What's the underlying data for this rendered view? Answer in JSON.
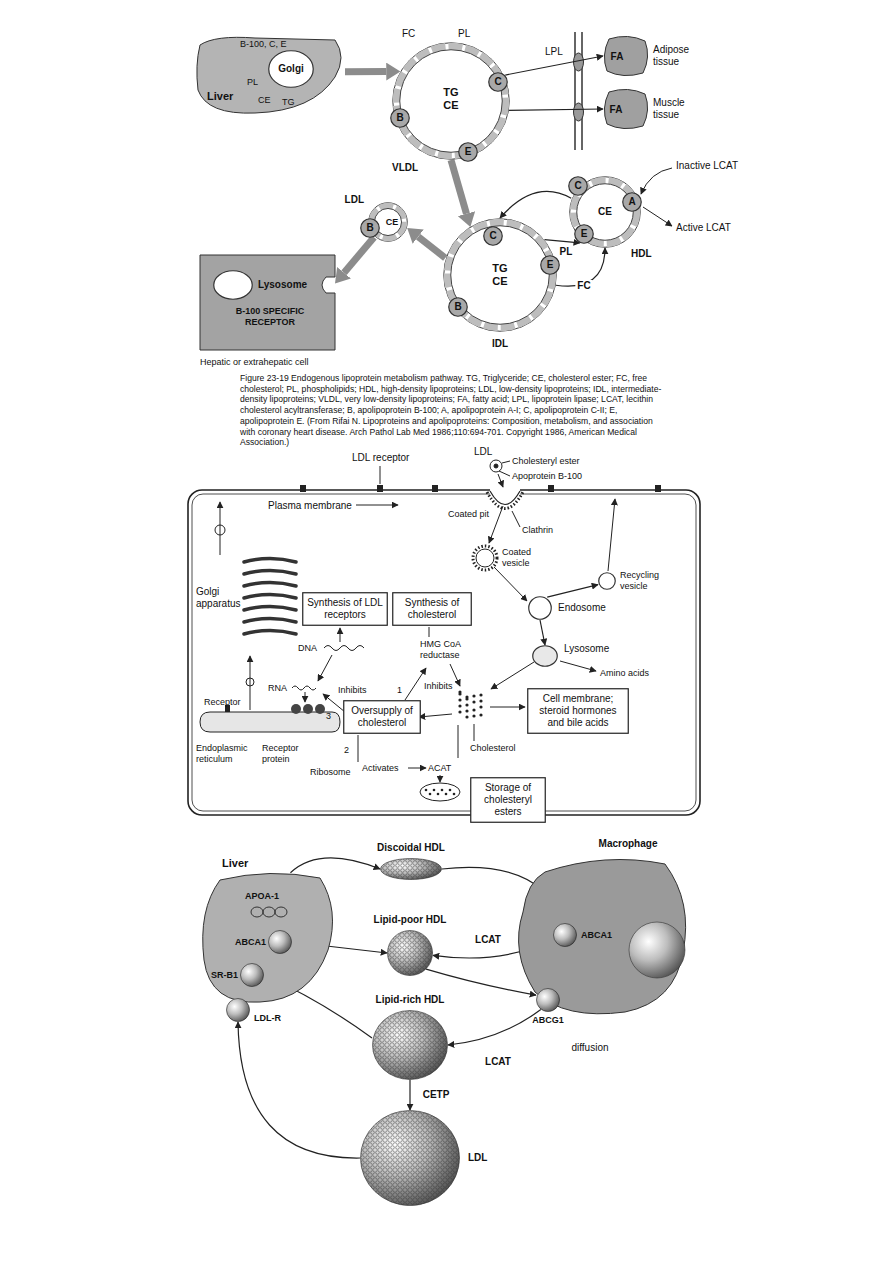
{
  "diagram": {
    "caption": "Figure 23-19 Endogenous lipoprotein metabolism pathway. TG, Triglyceride; CE, cholesterol ester; FC, free cholesterol; PL, phospholipids; HDL, high-density lipoproteins; LDL, low-density lipoproteins; IDL, intermediate-density lipoproteins; VLDL, very low-density lipoproteins; FA, fatty acid; LPL, lipoprotein lipase; LCAT, lecithin cholesterol acyltransferase; B, apolipoprotein B-100; A, apolipoprotein A-I; C, apolipoprotein C-II; E, apolipoprotein E. (From Rifai N. Lipoproteins and apolipoproteins: Composition, metabolism, and association with coronary heart disease. Arch Pathol Lab Med 1986;110:694-701. Copyright 1986, American Medical Association.)",
    "nodes": [
      {
        "text": [
          "Liver"
        ]
      },
      {
        "text": [
          "Golgi"
        ],
        "in": 0
      },
      {
        "text": [
          "TG CE",
          "VLDL"
        ]
      },
      {
        "text": [
          "C"
        ],
        "in": 2
      },
      {
        "text": [
          "B"
        ],
        "in": 2
      },
      {
        "text": [
          "E"
        ],
        "in": 2
      },
      {
        "text": [
          "FA",
          "Adipose tissue"
        ]
      },
      {
        "text": [
          "FA",
          "Muscle tissue"
        ]
      },
      {
        "text": [
          "TG CE",
          "IDL"
        ]
      },
      {
        "text": [
          "C"
        ],
        "in": 8
      },
      {
        "text": [
          "B"
        ],
        "in": 8
      },
      {
        "text": [
          "E"
        ],
        "in": 8
      },
      {
        "text": [
          "CE",
          "HDL"
        ]
      },
      {
        "text": [
          "C"
        ],
        "in": 12
      },
      {
        "text": [
          "E"
        ],
        "in": 12
      },
      {
        "text": [
          "A"
        ],
        "in": 12
      },
      {
        "text": [
          "CE",
          "LDL"
        ]
      },
      {
        "text": [
          "B"
        ],
        "in": 16
      },
      {
        "text": [
          "B-100 SPECIFIC RECEPTOR",
          "Hepatic or extrahepatic cell"
        ]
      },
      {
        "text": [
          "Lysosome"
        ],
        "in": 18
      },
      {
        "text": [
          "Synthesis of LDL receptors"
        ]
      },
      {
        "text": [
          "Synthesis of cholesterol"
        ]
      },
      {
        "text": [
          "Oversupply of cholesterol"
        ]
      },
      {
        "text": [
          "Cell membrane; steroid hormones and bile acids"
        ]
      },
      {
        "text": [
          "Storage of cholesteryl esters"
        ]
      },
      {
        "text": [
          "Endosome"
        ]
      },
      {
        "text": [
          "Lysosome"
        ]
      },
      {
        "text": [
          "Recycling vesicle"
        ]
      },
      {
        "text": [
          "Liver",
          "APOA-1"
        ]
      },
      {
        "text": [
          "ABCA1"
        ],
        "in": 28
      },
      {
        "text": [
          "SR-B1"
        ],
        "in": 28
      },
      {
        "text": [
          "LDL-R"
        ],
        "in": 28
      },
      {
        "text": [
          "Discoidal HDL"
        ]
      },
      {
        "text": [
          "Lipid-poor HDL"
        ]
      },
      {
        "text": [
          "Lipid-rich HDL"
        ]
      },
      {
        "text": [
          "LDL"
        ]
      },
      {
        "text": [
          "Macrophage"
        ]
      },
      {
        "text": [
          "ABCA1"
        ],
        "in": 36
      },
      {
        "text": [
          "ABCG1"
        ],
        "in": 36
      }
    ],
    "edges": [
      {
        "from": 0,
        "to": 2,
        "arrow": "to"
      },
      {
        "from": 2,
        "to": 6,
        "arrow": "to"
      },
      {
        "from": 2,
        "to": 7,
        "arrow": "to"
      },
      {
        "from": 2,
        "to": 8,
        "arrow": "to"
      },
      {
        "from": 12,
        "to": 8,
        "arrow": "to"
      },
      {
        "from": 8,
        "to": 12,
        "label": "PL",
        "arrow": "to"
      },
      {
        "from": 8,
        "to": 12,
        "label": "FC",
        "arrow": "to"
      },
      {
        "from": 8,
        "to": 16,
        "arrow": "to"
      },
      {
        "from": 16,
        "to": 18,
        "arrow": "to"
      },
      {
        "from": 25,
        "to": 26,
        "arrow": "to"
      },
      {
        "from": 25,
        "to": 27,
        "arrow": "to"
      },
      {
        "from": 28,
        "to": 32,
        "arrow": "to"
      },
      {
        "from": 32,
        "to": 37,
        "arrow": "to"
      },
      {
        "from": 37,
        "to": 33,
        "label": "LCAT",
        "arrow": "to"
      },
      {
        "from": 33,
        "to": 29,
        "arrow": "both"
      },
      {
        "from": 33,
        "to": 38,
        "arrow": "to"
      },
      {
        "from": 38,
        "to": 34,
        "label": "LCAT",
        "arrow": "to"
      },
      {
        "from": 34,
        "to": 30,
        "arrow": "to"
      },
      {
        "from": 34,
        "to": 35,
        "label": "CETP",
        "arrow": "to"
      },
      {
        "from": 35,
        "to": 31,
        "arrow": "to"
      }
    ],
    "labels": [
      "B-100, C, E",
      "PL",
      "CE",
      "TG",
      "FC",
      "PL",
      "LPL",
      "Inactive LCAT",
      "Active LCAT",
      "LDL receptor",
      "LDL",
      "Cholesteryl ester",
      "Apoprotein B-100",
      "Plasma membrane",
      "Coated pit",
      "Clathrin",
      "Coated vesicle",
      "Amino acids",
      "Golgi apparatus",
      "DNA",
      "HMG CoA reductase",
      "RNA",
      "Inhibits",
      "Inhibits",
      "3",
      "1",
      "2",
      "Receptor",
      "Endoplasmic reticulum",
      "Receptor protein",
      "Ribosome",
      "Cholesterol",
      "Activates",
      "ACAT",
      "diffusion"
    ]
  }
}
